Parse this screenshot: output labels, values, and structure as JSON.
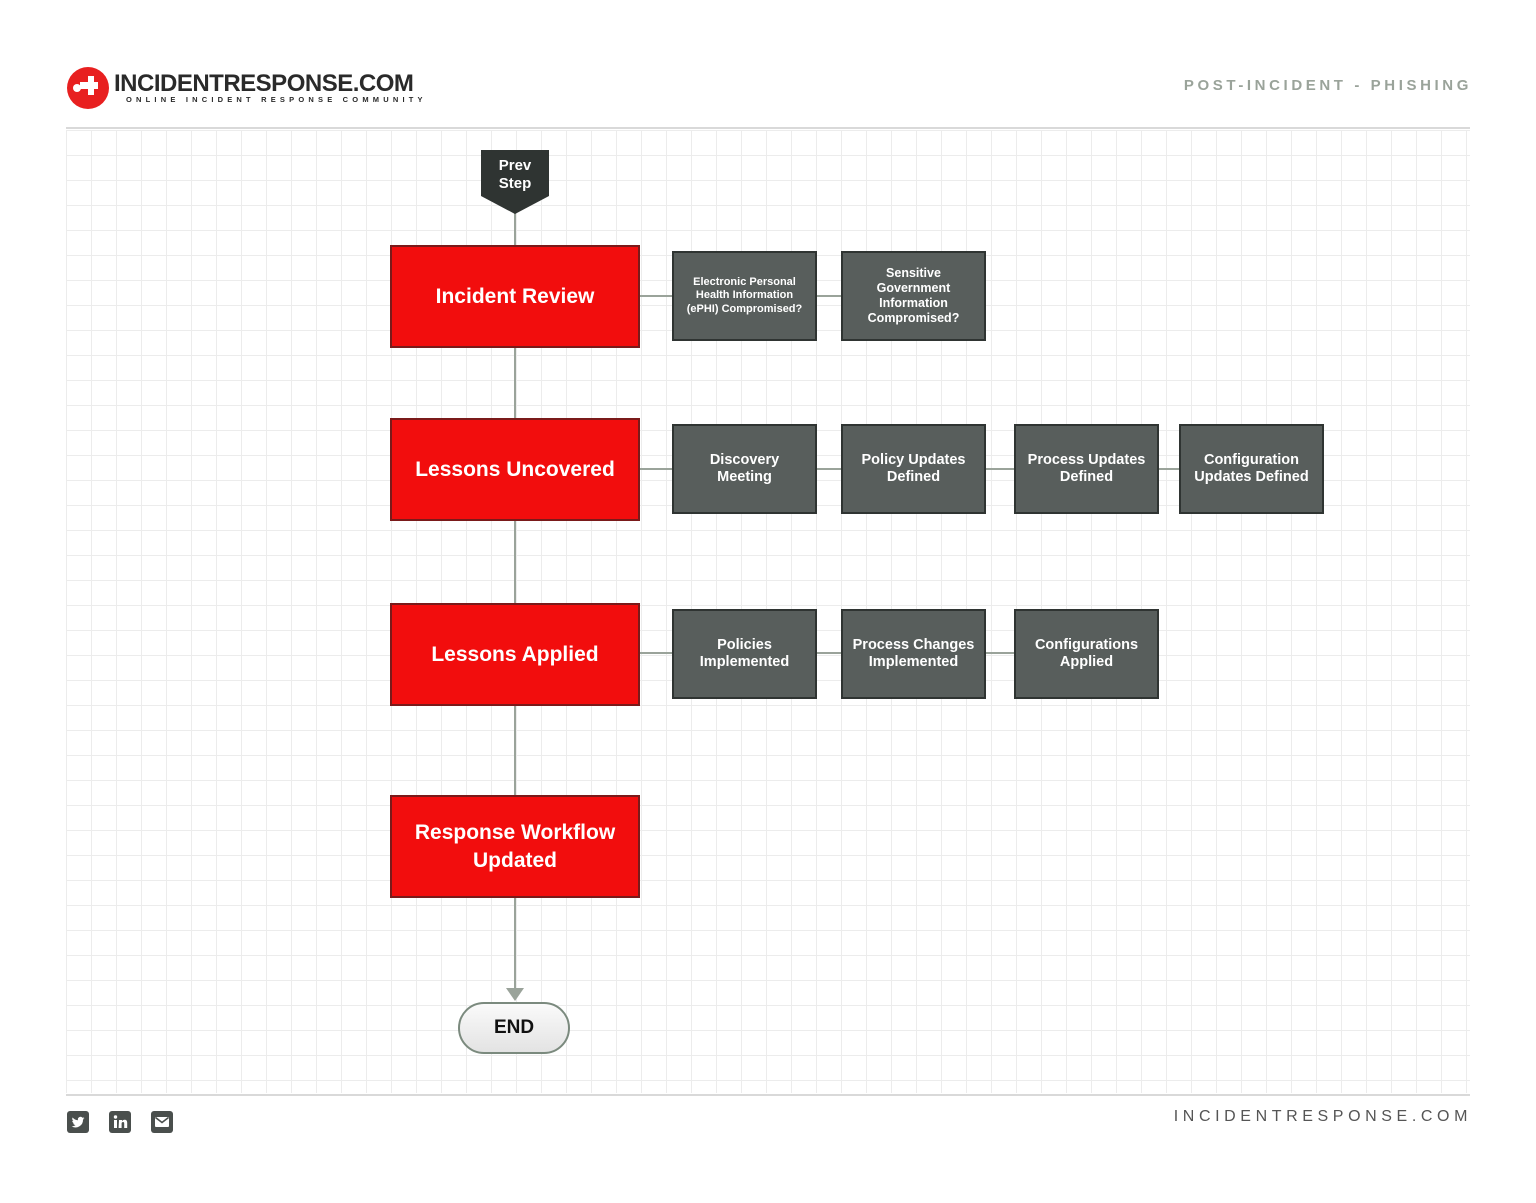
{
  "header": {
    "logo_title": "INCIDENTRESPONSE.COM",
    "logo_subtitle": "ONLINE INCIDENT RESPONSE COMMUNITY",
    "page_label": "POST-INCIDENT - PHISHING"
  },
  "flow": {
    "prev_step_label": "Prev Step",
    "main_steps": [
      {
        "label": "Incident Review"
      },
      {
        "label": "Lessons Uncovered"
      },
      {
        "label": "Lessons Applied"
      },
      {
        "label": "Response Workflow Updated"
      }
    ],
    "substeps": {
      "incident_review": [
        "Electronic Personal Health Information (ePHI) Compromised?",
        "Sensitive Government Information Compromised?"
      ],
      "lessons_uncovered": [
        "Discovery Meeting",
        "Policy Updates Defined",
        "Process Updates Defined",
        "Configuration Updates Defined"
      ],
      "lessons_applied": [
        "Policies Implemented",
        "Process Changes Implemented",
        "Configurations Applied"
      ]
    },
    "end_label": "END"
  },
  "footer": {
    "site": "INCIDENTRESPONSE.COM",
    "social_icons": [
      "twitter-icon",
      "linkedin-icon",
      "email-icon"
    ]
  },
  "colors": {
    "main_step": "#f20d0d",
    "substep": "#585e5c",
    "connector": "#9aa39a",
    "prev_step": "#2f3432"
  }
}
